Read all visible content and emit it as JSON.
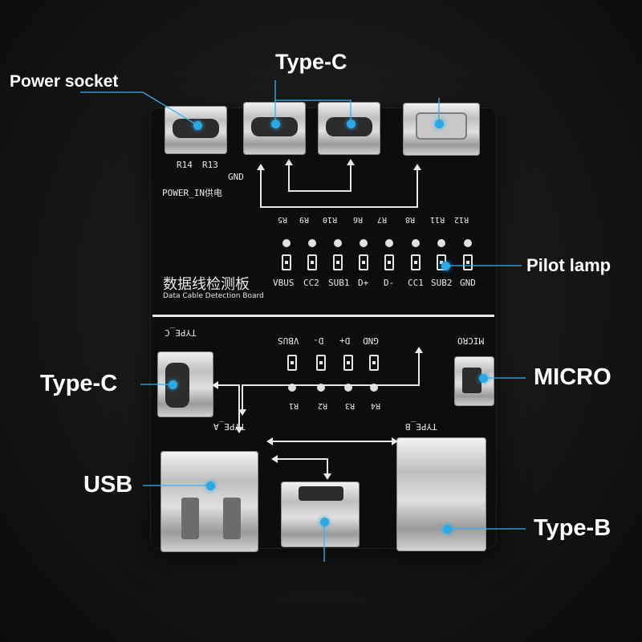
{
  "callouts": {
    "power_socket": "Power socket",
    "type_c_top": "Type-C",
    "pilot_lamp": "Pilot lamp",
    "type_c_left": "Type-C",
    "micro": "MICRO",
    "usb": "USB",
    "type_b": "Type-B"
  },
  "board": {
    "r14": "R14",
    "r13": "R13",
    "gnd": "GND",
    "power_in": "POWER_IN供电",
    "resistors_top": [
      "R5",
      "R9",
      "R10",
      "R6",
      "R7",
      "R8",
      "R11",
      "R12"
    ],
    "led_labels": [
      "VBUS",
      "CC2",
      "SUB1",
      "D+",
      "D-",
      "CC1",
      "SUB2",
      "GND"
    ],
    "title_cn": "数据线检测板",
    "title_en": "Data Cable Detection Board",
    "type_c_silk": "TYPE_C",
    "bottom_led_labels": [
      "VBUS",
      "D-",
      "D+",
      "GND"
    ],
    "micro_silk": "MICRO",
    "resistors_bottom": [
      "R1",
      "R2",
      "R3",
      "R4"
    ],
    "type_a_silk": "TYPE_A",
    "type_b_silk": "TYPE_B"
  },
  "colors": {
    "callout_dot": "#2aa8e8",
    "callout_line": "#35b4ee",
    "board": "#0d0d0d",
    "silkscreen": "#e9e9e9"
  }
}
